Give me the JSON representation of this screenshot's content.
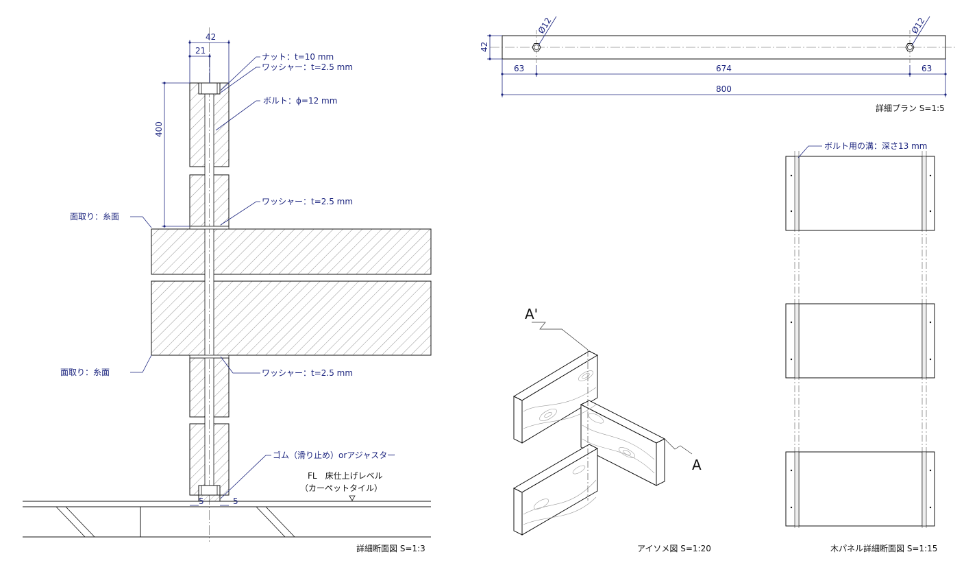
{
  "colors": {
    "annotation": "#1a237e",
    "line": "#111111",
    "hatch": "#777777",
    "grain": "#9a9a9a"
  },
  "section": {
    "caption": "詳細断面図 S=1:3",
    "dims": {
      "w42": "42",
      "w21": "21",
      "h400": "400",
      "f5_left": "5",
      "f5_right": "5"
    },
    "notes": {
      "nut": "ナット：t=10 mm",
      "washer_top": "ワッシャー：t=2.5 mm",
      "bolt": "ボルト：ϕ=12 mm",
      "washer_mid": "ワッシャー：t=2.5 mm",
      "chamfer_top": "面取り：糸面",
      "chamfer_bottom": "面取り：糸面",
      "washer_low": "ワッシャー：t=2.5 mm",
      "rubber": "ゴム（滑り止め）orアジャスター",
      "fl_line1": "FL　床仕上げレベル",
      "fl_line2": "（カーペットタイル）"
    }
  },
  "plan": {
    "caption": "詳細プラン S=1:5",
    "hole_left": "Ø12",
    "hole_right": "Ø12",
    "dims": {
      "depth": "42",
      "edge_left": "63",
      "span": "674",
      "edge_right": "63",
      "total": "800"
    }
  },
  "iso": {
    "caption": "アイソメ図 S=1:20",
    "marker_a_prime": "A'",
    "marker_a": "A"
  },
  "panel": {
    "caption": "木パネル詳細断面図 S=1:15",
    "groove_note": "ボルト用の溝：深さ13 mm"
  }
}
